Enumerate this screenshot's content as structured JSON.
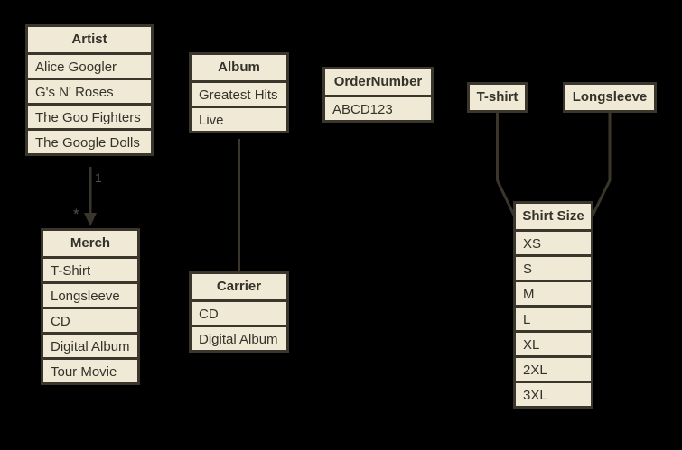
{
  "colors": {
    "background": "#000000",
    "box_fill": "#efe9d5",
    "box_border": "#3a362c",
    "text": "#35322b",
    "connector": "#3a362c",
    "connector_label": "#54504a"
  },
  "tables": {
    "artist": {
      "title": "Artist",
      "rows": [
        "Alice Googler",
        "G's N' Roses",
        "The Goo Fighters",
        "The Google Dolls"
      ]
    },
    "album": {
      "title": "Album",
      "rows": [
        "Greatest Hits",
        "Live"
      ]
    },
    "order_number": {
      "title": "OrderNumber",
      "rows": [
        "ABCD123"
      ]
    },
    "tshirt": {
      "title": "T-shirt",
      "rows": []
    },
    "longsleeve": {
      "title": "Longsleeve",
      "rows": []
    },
    "merch": {
      "title": "Merch",
      "rows": [
        "T-Shirt",
        "Longsleeve",
        "CD",
        "Digital Album",
        "Tour Movie"
      ]
    },
    "carrier": {
      "title": "Carrier",
      "rows": [
        "CD",
        "Digital Album"
      ]
    },
    "shirt_size": {
      "title": "Shirt Size",
      "rows": [
        "XS",
        "S",
        "M",
        "L",
        "XL",
        "2XL",
        "3XL"
      ]
    }
  },
  "connectors": {
    "artist_to_merch": {
      "source_label": "1",
      "target_label": "*"
    },
    "album_to_carrier": {},
    "tshirt_to_shirt_size": {},
    "longsleeve_to_shirt_size": {}
  }
}
